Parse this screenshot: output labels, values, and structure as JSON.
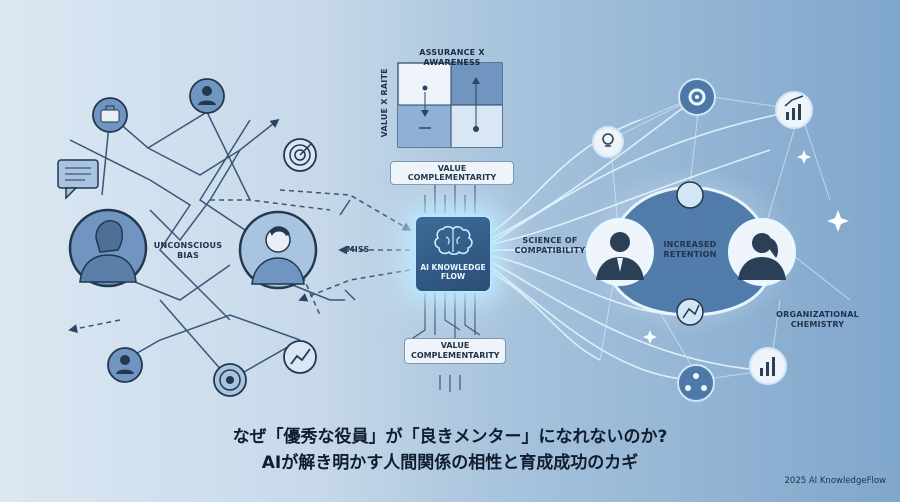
{
  "matrix": {
    "top_label": "ASSURANCE X AWARENESS",
    "side_label": "VALUE X RAITE",
    "bottom_label": "VALUE COMPLEMENTARITY"
  },
  "left": {
    "bias_label": "UNCONSCIOUS\nBIAS",
    "miss_label": "MISS"
  },
  "center": {
    "ai_label": "AI KNOWLEDGE\nFLOW",
    "lower_label": "VALUE\nCOMPLEMENTARITY"
  },
  "right": {
    "science_label": "SCIENCE OF\nCOMPATIBILITY",
    "retention_label": "INCREASED\nRETENTION",
    "chemistry_label": "ORGANIZATIONAL\nCHEMISTRY"
  },
  "title": {
    "line1": "なぜ「優秀な役員」が「良きメンター」になれないのか?",
    "line2": "AIが解き明かす人間関係の相性と育成成功のカギ"
  },
  "footer": "2025 AI KnowledgeFlow",
  "colors": {
    "node_fill": "#4f79a8",
    "node_stroke": "#2b4466",
    "glow": "#dff6ff",
    "accent": "#b9e6ff"
  }
}
